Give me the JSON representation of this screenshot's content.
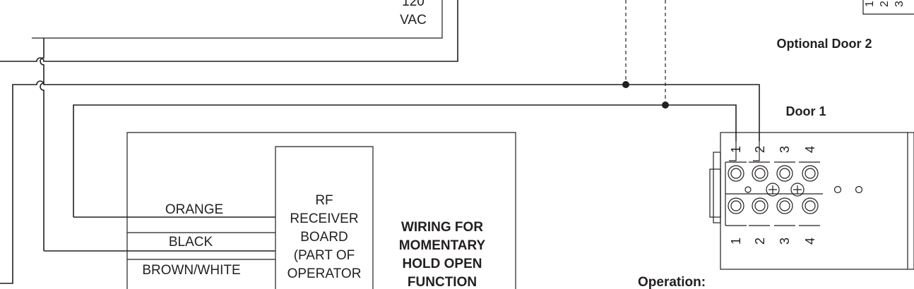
{
  "power_label": {
    "line1": "120",
    "line2": "VAC"
  },
  "optional_door": {
    "title": "Optional Door 2"
  },
  "door1": {
    "title": "Door 1",
    "top_terminals": [
      "1",
      "2",
      "3",
      "4"
    ],
    "bottom_terminals": [
      "1",
      "2",
      "3",
      "4"
    ]
  },
  "wires": {
    "orange": "ORANGE",
    "black": "BLACK",
    "brown_white": "BROWN/WHITE"
  },
  "receiver": {
    "line1": "RF",
    "line2": "RECEIVER",
    "line3": "BOARD",
    "line4": "(PART OF",
    "line5": "OPERATOR"
  },
  "function_label": {
    "line1": "WIRING FOR",
    "line2": "MOMENTARY",
    "line3": "HOLD OPEN",
    "line4": "FUNCTION"
  },
  "operation": {
    "heading": "Operation:"
  },
  "colors": {
    "line": "#231f20",
    "background": "#ffffff"
  }
}
